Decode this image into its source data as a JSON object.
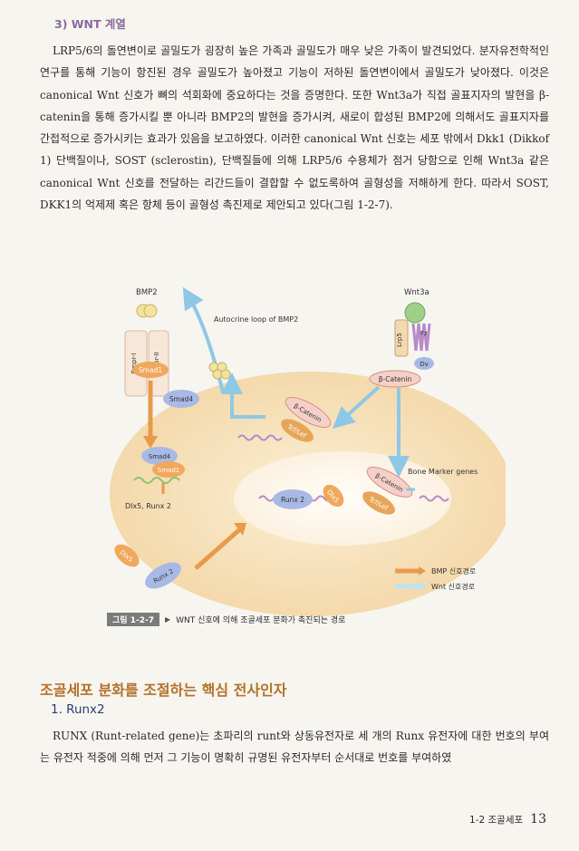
{
  "section": {
    "sub_heading": "3) WNT 계열",
    "paragraph1": "LRP5/6의 돌연변이로 골밀도가 굉장히 높은 가족과 골밀도가 매우 낮은 가족이 발견되었다. 분자유전학적인 연구를 통해 기능이 항진된 경우 골밀도가 높아졌고 기능이 저하된 돌연변이에서 골밀도가 낮아졌다. 이것은 canonical Wnt 신호가 뼈의 석회화에 중요하다는 것을 증명한다. 또한 Wnt3a가 직접 골표지자의 발현을 β-catenin을 통해 증가시킬 뿐 아니라 BMP2의 발현을 증가시켜, 새로이 합성된 BMP2에 의해서도 골표지자를 간접적으로 증가시키는 효과가 있음을 보고하였다. 이러한 canonical Wnt 신호는 세포 밖에서 Dkk1 (Dikkof 1) 단백질이나, SOST (sclerostin), 단백질들에 의해 LRP5/6 수용체가 점거 당함으로 인해 Wnt3a 같은 canonical Wnt 신호를 전달하는 리간드들이 결합할 수 없도록하여 골형성을 저해하게 한다. 따라서 SOST, DKK1의 억제제 혹은 항체 등이 골형성 촉진제로 제안되고 있다(그림 1-2-7)."
  },
  "figure": {
    "labels": {
      "bmp2": "BMP2",
      "autocrine": "Autocrine loop of BMP2",
      "wnt3a": "Wnt3a",
      "bmpr1": "Bmpr-I",
      "bmpr2": "Bmpr-II",
      "lrp5": "Lrp5",
      "fz": "Fz",
      "dv": "Dv",
      "smad1": "Smad1",
      "smad4": "Smad4",
      "bcat": "β-Catenin",
      "beta_catenin_top": "β-Catenin",
      "tcf_top": "Tcf/Lef",
      "smad4_nuc": "Smad4",
      "smad1_nuc": "Smad1",
      "dlx5_runx2": "Dlx5, Runx 2",
      "runx2_nuc": "Runx 2",
      "dlx5_nuc": "Dlx5",
      "beta_catenin_nuc": "β-Catenin",
      "tcf_nuc": "Tcf/Lef",
      "bone_marker": "Bone Marker genes",
      "dlx5_out": "Dlx5",
      "runx2_out": "Runx 2"
    },
    "legend": [
      {
        "label": "BMP 신호경로",
        "color": "#e79a4a"
      },
      {
        "label": "Wnt 신호경로",
        "color": "#bfe2f3"
      }
    ],
    "caption_label": "그림 1-2-7",
    "caption_text": "WNT 신호에 의해 조골세포 분화가 촉진되는 경로"
  },
  "section2": {
    "title": "조골세포 분화를 조절하는 핵심 전사인자",
    "subtitle": "1. Runx2",
    "paragraph": "RUNX (Runt-related gene)는 초파리의 runt와 상동유전자로 세 개의 Runx 유전자에 대한 번호의 부여는 유전자 적중에 의해 먼저 그 기능이 명확히 규명된 유전자부터 순서대로 번호를 부여하였"
  },
  "footer": {
    "chapter": "1-2 조골세포",
    "page_number": "13"
  },
  "colors": {
    "bmp_path": "#e79a4a",
    "wnt_path": "#bfe2f3",
    "cell": "#f6e0b8",
    "nucleus": "#fbf1e0",
    "section_title": "#b3712a"
  }
}
